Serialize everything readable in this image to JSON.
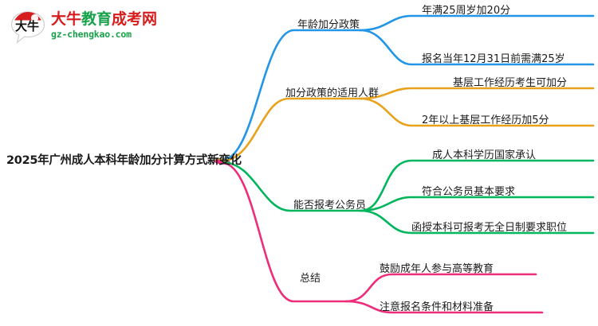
{
  "logo": {
    "brand_cn": "大牛教育成考网",
    "brand_cn_part1": "大牛",
    "brand_cn_part2": "教育",
    "brand_cn_part3": "成考网",
    "mark_text": "大牛",
    "url": "gz-chengkao.com",
    "green": "#17a24a",
    "red": "#d61c1c"
  },
  "mindmap": {
    "root": "2025年广州成人本科年龄加分计算方式新变化",
    "branches": [
      {
        "label": "年龄加分政策",
        "color": "#2196E8",
        "leaves": [
          "年满25周岁加20分",
          "报名当年12月31日前需满25岁"
        ]
      },
      {
        "label": "加分政策的适用人群",
        "color": "#E8A21C",
        "leaves": [
          "基层工作经历考生可加分",
          "2年以上基层工作经历加5分"
        ]
      },
      {
        "label": "能否报考公务员",
        "color": "#00B65C",
        "leaves": [
          "成人本科学历国家承认",
          "符合公务员基本要求",
          "函授本科可报考无全日制要求职位"
        ]
      },
      {
        "label": "总结",
        "color": "#EE2C7B",
        "leaves": [
          "鼓励成年人参与高等教育",
          "注意报名条件和材料准备"
        ]
      }
    ]
  }
}
